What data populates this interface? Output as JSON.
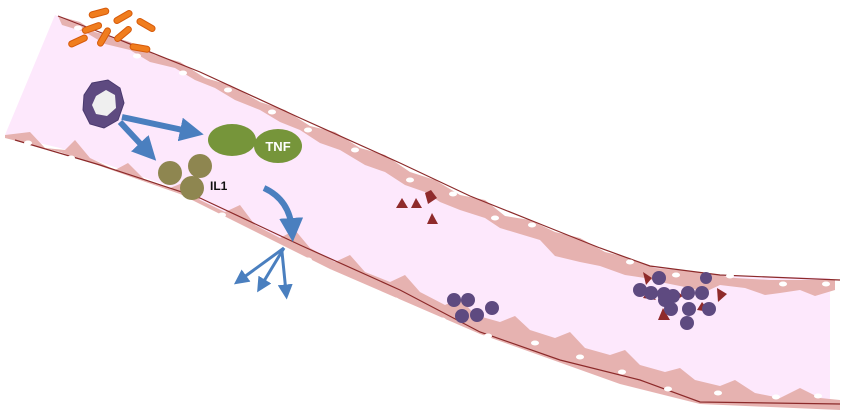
{
  "diagram": {
    "title": "",
    "labels": {
      "tnf": "TNF",
      "il1": "IL1"
    },
    "colors": {
      "lumen": "#fde8fc",
      "wall": "#e6b2b0",
      "wall_line": "#8c2a2a",
      "nucleus": "#ffffff",
      "bacteria": "#f07d1e",
      "bacteria_edge": "#d65a0a",
      "macrophage": "#5e4a80",
      "macrophage_core": "#efefef",
      "arrow": "#4a7fbf",
      "tnf": "#76953a",
      "il1": "#8e8650",
      "platelet": "#8f2b2b",
      "cell": "#5e4a80"
    },
    "elements": [
      {
        "id": "bacteria-cluster",
        "description": "bacteria"
      },
      {
        "id": "macrophage",
        "description": "macrophage"
      },
      {
        "id": "tnf-molecule",
        "label": "TNF"
      },
      {
        "id": "il1-molecule",
        "label": "IL1"
      },
      {
        "id": "signal-arrow",
        "description": "signal to vessel wall"
      },
      {
        "id": "dispersal-arrows",
        "description": "outward arrows"
      },
      {
        "id": "platelets",
        "description": "platelets"
      },
      {
        "id": "blood-cells",
        "description": "blood cells"
      },
      {
        "id": "clot",
        "description": "aggregate of platelets and cells"
      }
    ]
  }
}
